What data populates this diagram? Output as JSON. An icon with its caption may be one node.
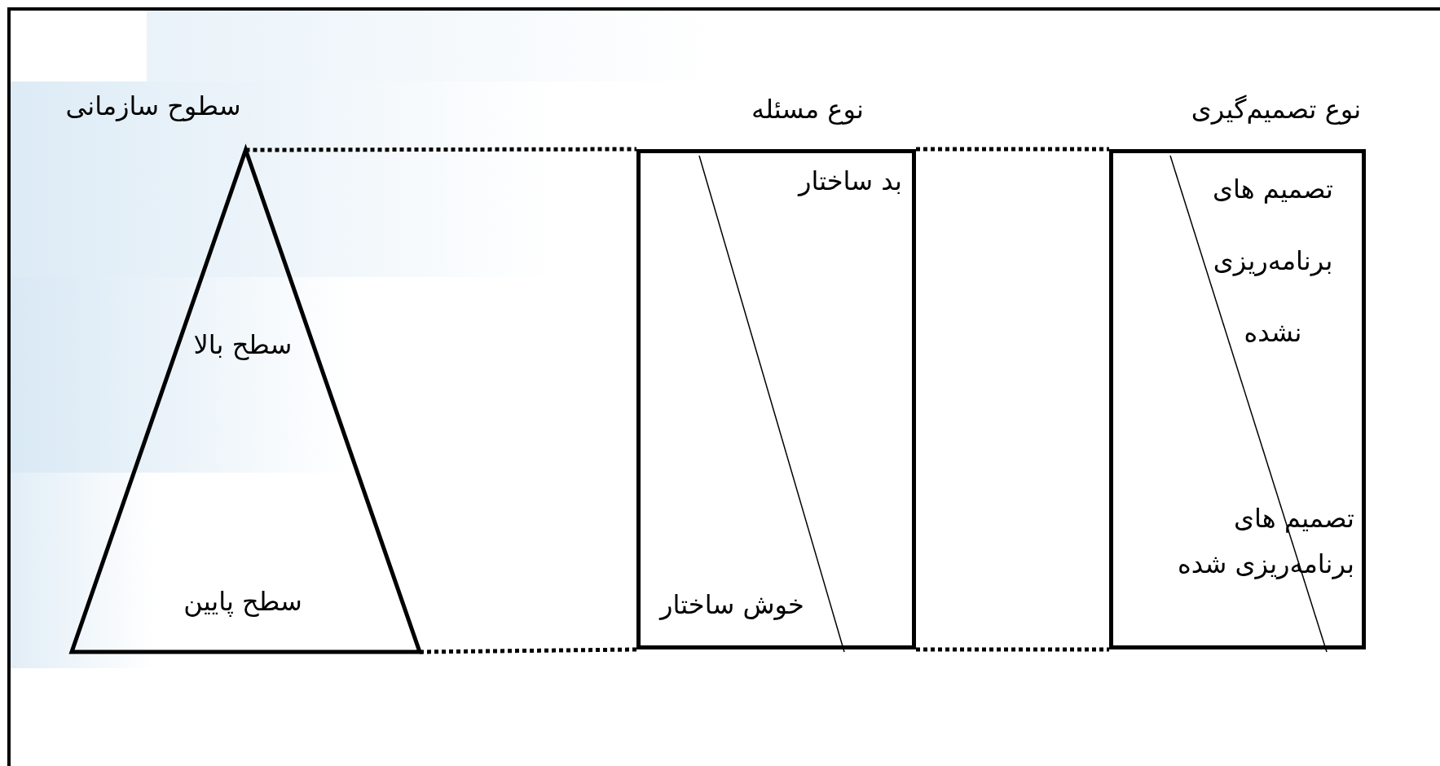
{
  "diagram": {
    "nodes": [
      {
        "text": [
          "سطوح سازمانی",
          "سطح بالا",
          "سطح پایین"
        ]
      },
      {
        "text": [
          "نوع مسئله",
          "بد ساختار",
          "خوش ساختار"
        ]
      },
      {
        "text": [
          "نوع تصمیم‌گیری",
          "تصمیم های برنامه‌ریزی نشده",
          "تصمیم های برنامه‌ریزی شده"
        ]
      }
    ],
    "edges": [
      {
        "from": 0,
        "to": 1,
        "arrow": "none",
        "style": "dashed"
      },
      {
        "from": 0,
        "to": 1,
        "arrow": "none",
        "style": "dashed"
      },
      {
        "from": 1,
        "to": 2,
        "arrow": "none",
        "style": "dashed"
      },
      {
        "from": 1,
        "to": 2,
        "arrow": "none",
        "style": "dashed"
      }
    ]
  }
}
